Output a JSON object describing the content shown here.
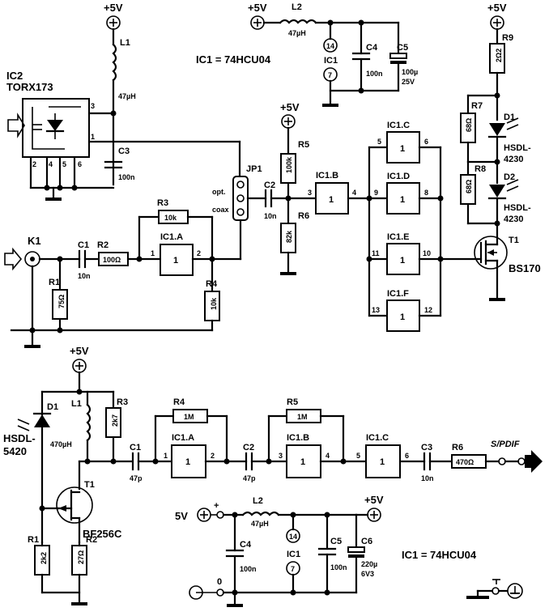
{
  "top": {
    "supply_ic2": "+5V",
    "supply_l2": "+5V",
    "supply_r9": "+5V",
    "supply_r5": "+5V",
    "ic1_note": "IC1 = 74HCU04",
    "ic2_name": "IC2",
    "ic2_type": "TORX173",
    "l1": "L1",
    "l1_val": "47µH",
    "l2": "L2",
    "l2_val": "47µH",
    "c3": "C3",
    "c3_val": "100n",
    "c4": "C4",
    "c4_val": "100n",
    "c5": "C5",
    "c5_val1": "100µ",
    "c5_val2": "25V",
    "ic1_pwr": "IC1",
    "pin14": "14",
    "pin7": "7",
    "k1": "K1",
    "c1": "C1",
    "c1_val": "10n",
    "r1": "R1",
    "r1_val": "75Ω",
    "r2": "R2",
    "r2_val": "100Ω",
    "r3": "R3",
    "r3_val": "10k",
    "r4": "R4",
    "r4_val": "10k",
    "r5": "R5",
    "r5_val": "100k",
    "r6": "R6",
    "r6_val": "82k",
    "r7": "R7",
    "r7_val": "68Ω",
    "r8": "R8",
    "r8_val": "68Ω",
    "r9": "R9",
    "r9_val": "2Ω2",
    "c2": "C2",
    "c2_val": "10n",
    "jp1": "JP1",
    "jp_opt": "opt.",
    "jp_coax": "coax",
    "gate_a": "IC1.A",
    "gate_b": "IC1.B",
    "gate_c": "IC1.C",
    "gate_d": "IC1.D",
    "gate_e": "IC1.E",
    "gate_f": "IC1.F",
    "gate_sym": "1",
    "d1": "D1",
    "d2": "D2",
    "hsdl": "HSDL-",
    "hsdl_num": "4230",
    "t1": "T1",
    "t1_type": "BS170",
    "ic2_pins": [
      "3",
      "1",
      "2",
      "4",
      "5",
      "6"
    ],
    "gate_pins": [
      "1",
      "2",
      "3",
      "4",
      "5",
      "6",
      "9",
      "8",
      "11",
      "10",
      "13",
      "12"
    ]
  },
  "bottom": {
    "supply": "+5V",
    "supply2": "+5V",
    "in5v": "5V",
    "in0": "0",
    "d1": "D1",
    "hsdl": "HSDL-",
    "hsdl_num": "5420",
    "l1": "L1",
    "l1_val": "470µH",
    "r1": "R1",
    "r1_val": "2k2",
    "r2": "R2",
    "r2_val": "27Ω",
    "r3": "R3",
    "r3_val": "2k7",
    "r4": "R4",
    "r4_val": "1M",
    "r5": "R5",
    "r5_val": "1M",
    "r6": "R6",
    "r6_val": "470Ω",
    "c1": "C1",
    "c1_val": "47p",
    "c2": "C2",
    "c2_val": "47p",
    "c3": "C3",
    "c3_val": "10n",
    "c4": "C4",
    "c4_val": "100n",
    "c5": "C5",
    "c5_val": "100n",
    "c6": "C6",
    "c6_val1": "220µ",
    "c6_val2": "6V3",
    "l2": "L2",
    "l2_val": "47µH",
    "t1": "T1",
    "t1_type": "BF256C",
    "gate_a": "IC1.A",
    "gate_b": "IC1.B",
    "gate_c": "IC1.C",
    "gate_sym": "1",
    "ic1_pwr": "IC1",
    "pin14": "14",
    "pin7": "7",
    "spdif": "S/PDIF",
    "ic1_note": "IC1 = 74HCU04",
    "pins": [
      "1",
      "2",
      "3",
      "4",
      "5",
      "6"
    ],
    "plus": "+"
  }
}
